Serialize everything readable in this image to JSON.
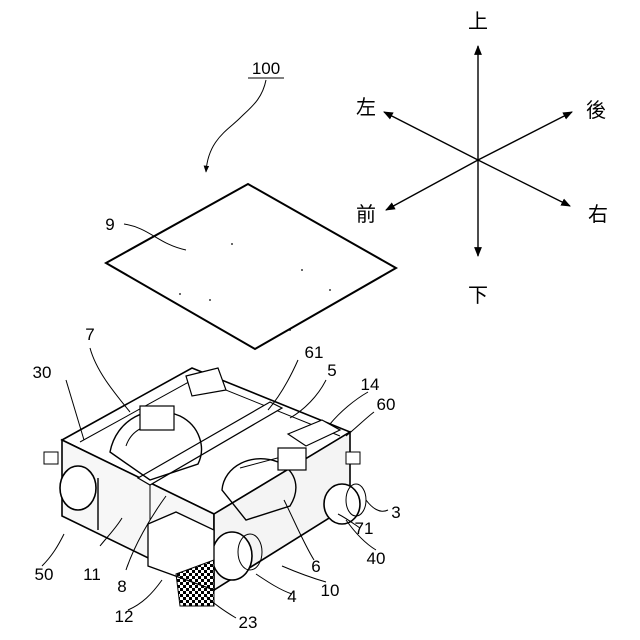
{
  "figure": {
    "assembly_ref": "100",
    "part_labels": {
      "p9": "9",
      "p7": "7",
      "p30": "30",
      "p61": "61",
      "p5": "5",
      "p14": "14",
      "p60": "60",
      "p3": "3",
      "p71": "71",
      "p40": "40",
      "p6": "6",
      "p10": "10",
      "p4": "4",
      "p23": "23",
      "p12": "12",
      "p8": "8",
      "p11": "11",
      "p50": "50"
    },
    "directions": {
      "up": "上",
      "down": "下",
      "left": "左",
      "right": "右",
      "front": "前",
      "back": "後"
    }
  }
}
